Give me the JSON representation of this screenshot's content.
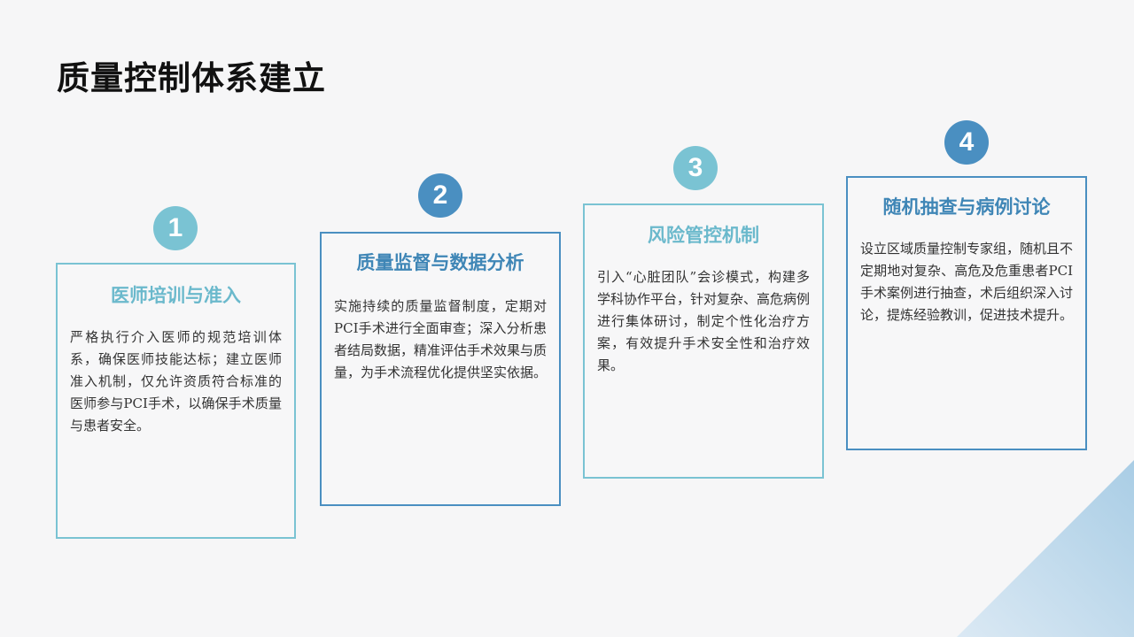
{
  "page": {
    "title": "质量控制体系建立"
  },
  "steps": [
    {
      "number": "1",
      "title": "医师培训与准入",
      "body": "严格执行介入医师的规范培训体系，确保医师技能达标；建立医师准入机制，仅允许资质符合标准的医师参与PCI手术，以确保手术质量与患者安全。"
    },
    {
      "number": "2",
      "title": "质量监督与数据分析",
      "body": "实施持续的质量监督制度，定期对PCI手术进行全面审查；深入分析患者结局数据，精准评估手术效果与质量，为手术流程优化提供坚实依据。"
    },
    {
      "number": "3",
      "title": "风险管控机制",
      "body": "引入“心脏团队”会诊模式，构建多学科协作平台，针对复杂、高危病例进行集体研讨，制定个性化治疗方案，有效提升手术安全性和治疗效果。"
    },
    {
      "number": "4",
      "title": "随机抽查与病例讨论",
      "body": "设立区域质量控制专家组，随机且不定期地对复杂、高危及危重患者PCI手术案例进行抽查，术后组织深入讨论，提炼经验教训，促进技术提升。"
    }
  ],
  "colors": {
    "light_accent": "#7ac3d3",
    "dark_accent": "#4a8fc1",
    "background": "#f6f6f7"
  }
}
